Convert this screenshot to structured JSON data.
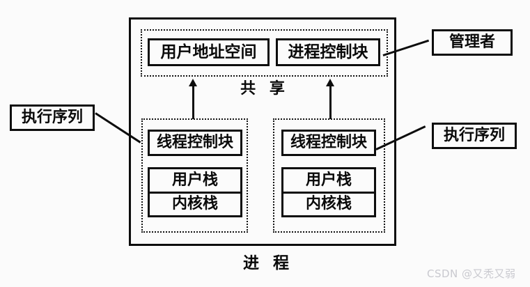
{
  "diagram": {
    "caption": "进 程",
    "shared_label": "共  享",
    "process_box": {
      "shared_region": {
        "boxes": [
          {
            "label": "用户地址空间"
          },
          {
            "label": "进程控制块"
          }
        ]
      },
      "threads": [
        {
          "control_block": "线程控制块",
          "stacks": [
            "用户栈",
            "内核栈"
          ]
        },
        {
          "control_block": "线程控制块",
          "stacks": [
            "用户栈",
            "内核栈"
          ]
        }
      ]
    },
    "callouts": [
      {
        "id": "manager",
        "label": "管理者"
      },
      {
        "id": "exec-seq-left",
        "label": "执行序列"
      },
      {
        "id": "exec-seq-right",
        "label": "执行序列"
      }
    ],
    "watermark": "CSDN @又秃又弱",
    "colors": {
      "ink": "#0d0d0d",
      "paper": "#fbfbfb",
      "watermark": "#c9c9cf"
    }
  }
}
